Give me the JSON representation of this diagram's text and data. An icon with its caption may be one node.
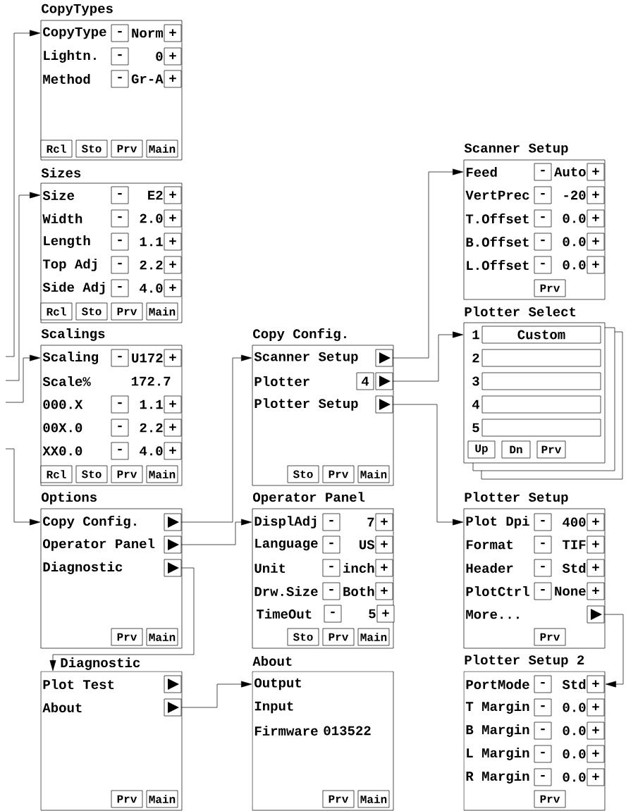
{
  "diagram": {
    "nodes": [
      {
        "text": [
          "CopyTypes",
          "CopyType",
          "Norm",
          "Lightn.",
          "0",
          "Method",
          "Gr-A"
        ]
      },
      {
        "text": [
          "-"
        ],
        "in": 0
      },
      {
        "text": [
          "+"
        ],
        "in": 0
      },
      {
        "text": [
          "-"
        ],
        "in": 0
      },
      {
        "text": [
          "+"
        ],
        "in": 0
      },
      {
        "text": [
          "-"
        ],
        "in": 0
      },
      {
        "text": [
          "+"
        ],
        "in": 0
      },
      {
        "text": [
          "Rcl"
        ],
        "in": 0
      },
      {
        "text": [
          "Sto"
        ],
        "in": 0
      },
      {
        "text": [
          "Prv"
        ],
        "in": 0
      },
      {
        "text": [
          "Main"
        ],
        "in": 0
      },
      {
        "text": [
          "Sizes",
          "Size",
          "E2",
          "Width",
          "2.0",
          "Length",
          "1.1",
          "Top Adj",
          "2.2",
          "Side Adj",
          "4.0"
        ]
      },
      {
        "text": [
          "-"
        ],
        "in": 11
      },
      {
        "text": [
          "+"
        ],
        "in": 11
      },
      {
        "text": [
          "-"
        ],
        "in": 11
      },
      {
        "text": [
          "+"
        ],
        "in": 11
      },
      {
        "text": [
          "-"
        ],
        "in": 11
      },
      {
        "text": [
          "+"
        ],
        "in": 11
      },
      {
        "text": [
          "-"
        ],
        "in": 11
      },
      {
        "text": [
          "+"
        ],
        "in": 11
      },
      {
        "text": [
          "-"
        ],
        "in": 11
      },
      {
        "text": [
          "+"
        ],
        "in": 11
      },
      {
        "text": [
          "Rcl"
        ],
        "in": 11
      },
      {
        "text": [
          "Sto"
        ],
        "in": 11
      },
      {
        "text": [
          "Prv"
        ],
        "in": 11
      },
      {
        "text": [
          "Main"
        ],
        "in": 11
      },
      {
        "text": [
          "Scalings",
          "Scaling",
          "U172",
          "Scale%",
          "172.7",
          "000.X",
          "1.1",
          "00X.0",
          "2.2",
          "XX0.0",
          "4.0"
        ]
      },
      {
        "text": [
          "-"
        ],
        "in": 26
      },
      {
        "text": [
          "+"
        ],
        "in": 26
      },
      {
        "text": [
          "-"
        ],
        "in": 26
      },
      {
        "text": [
          "+"
        ],
        "in": 26
      },
      {
        "text": [
          "-"
        ],
        "in": 26
      },
      {
        "text": [
          "+"
        ],
        "in": 26
      },
      {
        "text": [
          "-"
        ],
        "in": 26
      },
      {
        "text": [
          "+"
        ],
        "in": 26
      },
      {
        "text": [
          "Rcl"
        ],
        "in": 26
      },
      {
        "text": [
          "Sto"
        ],
        "in": 26
      },
      {
        "text": [
          "Prv"
        ],
        "in": 26
      },
      {
        "text": [
          "Main"
        ],
        "in": 26
      },
      {
        "text": [
          "Options",
          "Copy Config.",
          "Operator Panel",
          "Diagnostic"
        ]
      },
      {
        "text": [],
        "shape": "box",
        "in": 39
      },
      {
        "text": [],
        "shape": "box",
        "in": 39
      },
      {
        "text": [],
        "shape": "box",
        "in": 39
      },
      {
        "text": [
          "Prv"
        ],
        "in": 39
      },
      {
        "text": [
          "Main"
        ],
        "in": 39
      },
      {
        "text": [
          "Diagnostic",
          "Plot Test",
          "About"
        ]
      },
      {
        "text": [],
        "shape": "box",
        "in": 45
      },
      {
        "text": [],
        "shape": "box",
        "in": 45
      },
      {
        "text": [
          "Prv"
        ],
        "in": 45
      },
      {
        "text": [
          "Main"
        ],
        "in": 45
      },
      {
        "text": [
          "Copy Config.",
          "Scanner Setup",
          "Plotter",
          "Plotter Setup"
        ]
      },
      {
        "text": [],
        "shape": "box",
        "in": 50
      },
      {
        "text": [
          "4"
        ],
        "in": 50
      },
      {
        "text": [],
        "shape": "box",
        "in": 50
      },
      {
        "text": [],
        "shape": "box",
        "in": 50
      },
      {
        "text": [
          "Sto"
        ],
        "in": 50
      },
      {
        "text": [
          "Prv"
        ],
        "in": 50
      },
      {
        "text": [
          "Main"
        ],
        "in": 50
      },
      {
        "text": [
          "Operator Panel",
          "DisplAdj",
          "7",
          "Language",
          "US",
          "Unit",
          "inch",
          "Drw.Size",
          "Both",
          "TimeOut",
          "5"
        ]
      },
      {
        "text": [
          "-"
        ],
        "in": 58
      },
      {
        "text": [
          "+"
        ],
        "in": 58
      },
      {
        "text": [
          "-"
        ],
        "in": 58
      },
      {
        "text": [
          "+"
        ],
        "in": 58
      },
      {
        "text": [
          "-"
        ],
        "in": 58
      },
      {
        "text": [
          "+"
        ],
        "in": 58
      },
      {
        "text": [
          "-"
        ],
        "in": 58
      },
      {
        "text": [
          "+"
        ],
        "in": 58
      },
      {
        "text": [
          "-"
        ],
        "in": 58
      },
      {
        "text": [
          "+"
        ],
        "in": 58
      },
      {
        "text": [
          "Sto"
        ],
        "in": 58
      },
      {
        "text": [
          "Prv"
        ],
        "in": 58
      },
      {
        "text": [
          "Main"
        ],
        "in": 58
      },
      {
        "text": [
          "About",
          "Output",
          "Input",
          "Firmware",
          "013522"
        ]
      },
      {
        "text": [
          "Prv"
        ],
        "in": 72
      },
      {
        "text": [
          "Main"
        ],
        "in": 72
      },
      {
        "text": [
          "Scanner Setup",
          "Feed",
          "Auto",
          "VertPrec",
          "-20",
          "T.Offset",
          "0.0",
          "B.Offset",
          "0.0",
          "L.Offset",
          "0.0"
        ]
      },
      {
        "text": [
          "-"
        ],
        "in": 75
      },
      {
        "text": [
          "+"
        ],
        "in": 75
      },
      {
        "text": [
          "-"
        ],
        "in": 75
      },
      {
        "text": [
          "+"
        ],
        "in": 75
      },
      {
        "text": [
          "-"
        ],
        "in": 75
      },
      {
        "text": [
          "+"
        ],
        "in": 75
      },
      {
        "text": [
          "-"
        ],
        "in": 75
      },
      {
        "text": [
          "+"
        ],
        "in": 75
      },
      {
        "text": [
          "-"
        ],
        "in": 75
      },
      {
        "text": [
          "+"
        ],
        "in": 75
      },
      {
        "text": [
          "Prv"
        ],
        "in": 75
      },
      {
        "text": [
          "Plotter Select",
          "1",
          "2",
          "3",
          "4",
          "5"
        ]
      },
      {
        "text": [
          "Custom"
        ],
        "in": 87
      },
      {
        "text": [],
        "shape": "box",
        "in": 87
      },
      {
        "text": [],
        "shape": "box",
        "in": 87
      },
      {
        "text": [],
        "shape": "box",
        "in": 87
      },
      {
        "text": [],
        "shape": "box",
        "in": 87
      },
      {
        "text": [
          "Up"
        ],
        "in": 87
      },
      {
        "text": [
          "Dn"
        ],
        "in": 87
      },
      {
        "text": [
          "Prv"
        ],
        "in": 87
      },
      {
        "text": [
          "Plotter Setup",
          "Plot Dpi",
          "400",
          "Format",
          "TIF",
          "Header",
          "Std",
          "PlotCtrl",
          "None",
          "More..."
        ]
      },
      {
        "text": [
          "-"
        ],
        "in": 96
      },
      {
        "text": [
          "+"
        ],
        "in": 96
      },
      {
        "text": [
          "-"
        ],
        "in": 96
      },
      {
        "text": [
          "+"
        ],
        "in": 96
      },
      {
        "text": [
          "-"
        ],
        "in": 96
      },
      {
        "text": [
          "+"
        ],
        "in": 96
      },
      {
        "text": [
          "-"
        ],
        "in": 96
      },
      {
        "text": [
          "+"
        ],
        "in": 96
      },
      {
        "text": [],
        "shape": "box",
        "in": 96
      },
      {
        "text": [
          "Prv"
        ],
        "in": 96
      },
      {
        "text": [
          "Plotter Setup 2",
          "PortMode",
          "Std",
          "T Margin",
          "0.0",
          "B Margin",
          "0.0",
          "L Margin",
          "0.0",
          "R Margin",
          "0.0"
        ]
      },
      {
        "text": [
          "-"
        ],
        "in": 107
      },
      {
        "text": [
          "+"
        ],
        "in": 107
      },
      {
        "text": [
          "-"
        ],
        "in": 107
      },
      {
        "text": [
          "+"
        ],
        "in": 107
      },
      {
        "text": [
          "-"
        ],
        "in": 107
      },
      {
        "text": [
          "+"
        ],
        "in": 107
      },
      {
        "text": [
          "-"
        ],
        "in": 107
      },
      {
        "text": [
          "+"
        ],
        "in": 107
      },
      {
        "text": [
          "-"
        ],
        "in": 107
      },
      {
        "text": [
          "+"
        ],
        "in": 107
      },
      {
        "text": [
          "Prv"
        ],
        "in": 107
      }
    ],
    "edges": [
      {
        "from": null,
        "to": 0,
        "arrow": "to"
      },
      {
        "from": null,
        "to": 11,
        "arrow": "to"
      },
      {
        "from": null,
        "to": 26,
        "arrow": "to"
      },
      {
        "from": null,
        "to": 39,
        "arrow": "to"
      },
      {
        "from": 40,
        "to": 50,
        "arrow": "to"
      },
      {
        "from": 41,
        "to": 58,
        "arrow": "to"
      },
      {
        "from": 42,
        "to": 45,
        "arrow": "to"
      },
      {
        "from": 47,
        "to": 72,
        "arrow": "to"
      },
      {
        "from": 51,
        "to": 75,
        "arrow": "to"
      },
      {
        "from": 53,
        "to": 87,
        "arrow": "to"
      },
      {
        "from": 54,
        "to": 96,
        "arrow": "to"
      },
      {
        "from": 105,
        "to": 107,
        "arrow": "to"
      }
    ]
  }
}
